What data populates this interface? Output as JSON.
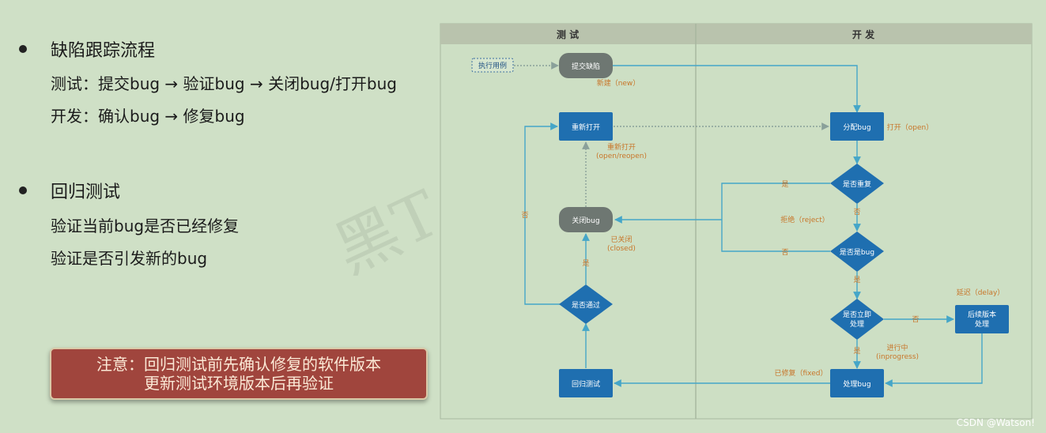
{
  "left": {
    "section1_title": "缺陷跟踪流程",
    "section1_line1": "测试：提交bug → 验证bug → 关闭bug/打开bug",
    "section1_line2": "开发：确认bug → 修复bug",
    "section2_title": "回归测试",
    "section2_line1": "验证当前bug是否已经修复",
    "section2_line2": "验证是否引发新的bug",
    "note_line1": "注意：回归测试前先确认修复的软件版本",
    "note_line2": "更新测试环境版本后再验证",
    "watermark": "黑T"
  },
  "diagram": {
    "lane_test": "测 试",
    "lane_dev": "开 发",
    "nodes": {
      "execute_case": "执行用例",
      "submit_defect": "提交缺陷",
      "reopen": "重新打开",
      "close_bug": "关闭bug",
      "passed": "是否通过",
      "regression_test": "回归测试",
      "assign_bug": "分配bug",
      "is_duplicate": "是否重复",
      "is_bug": "是否是bug",
      "fix_now_1": "是否立即",
      "fix_now_2": "处理",
      "later_version_1": "后续版本",
      "later_version_2": "处理",
      "handle_bug": "处理bug"
    },
    "labels": {
      "new_status": "新建（new）",
      "open_status": "打开（open）",
      "reopen_status_1": "重新打开",
      "reopen_status_2": "(open/reopen)",
      "closed_status_1": "已关闭",
      "closed_status_2": "(closed)",
      "reject_status": "拒绝（reject）",
      "delay_status": "延迟（delay）",
      "inprogress_1": "进行中",
      "inprogress_2": "(inprogress)",
      "fixed_status": "已修复（fixed）",
      "yes": "是",
      "no": "否"
    }
  },
  "credit": "CSDN @Watson!",
  "colors": {
    "background": "#cfe0c6",
    "box_blue": "#1f6fb0",
    "box_gray": "#6e7772",
    "lane_header": "#b9c3ad",
    "arrow": "#45a6c8",
    "status_text": "#c8762a",
    "note_bg": "#a0453d"
  }
}
